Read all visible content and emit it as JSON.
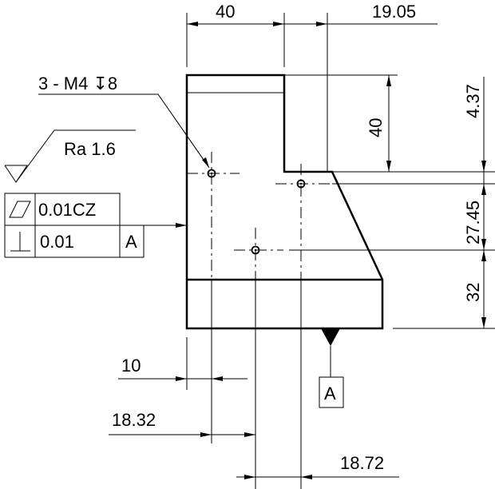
{
  "drawing": {
    "dimensions": {
      "top_width": "40",
      "top_offset": "19.05",
      "step_height": "40",
      "right_1": "4.37",
      "right_2": "27.45",
      "right_3": "32",
      "hole_x1": "10",
      "hole_x2": "18.32",
      "hole_x3": "18.72"
    },
    "hole_callout": "3 - M4 ↧8",
    "surface_finish": "Ra 1.6",
    "gdt": {
      "flatness_value": "0.01CZ",
      "perpendicularity_value": "0.01",
      "datum_ref": "A"
    },
    "datum_label": "A"
  }
}
